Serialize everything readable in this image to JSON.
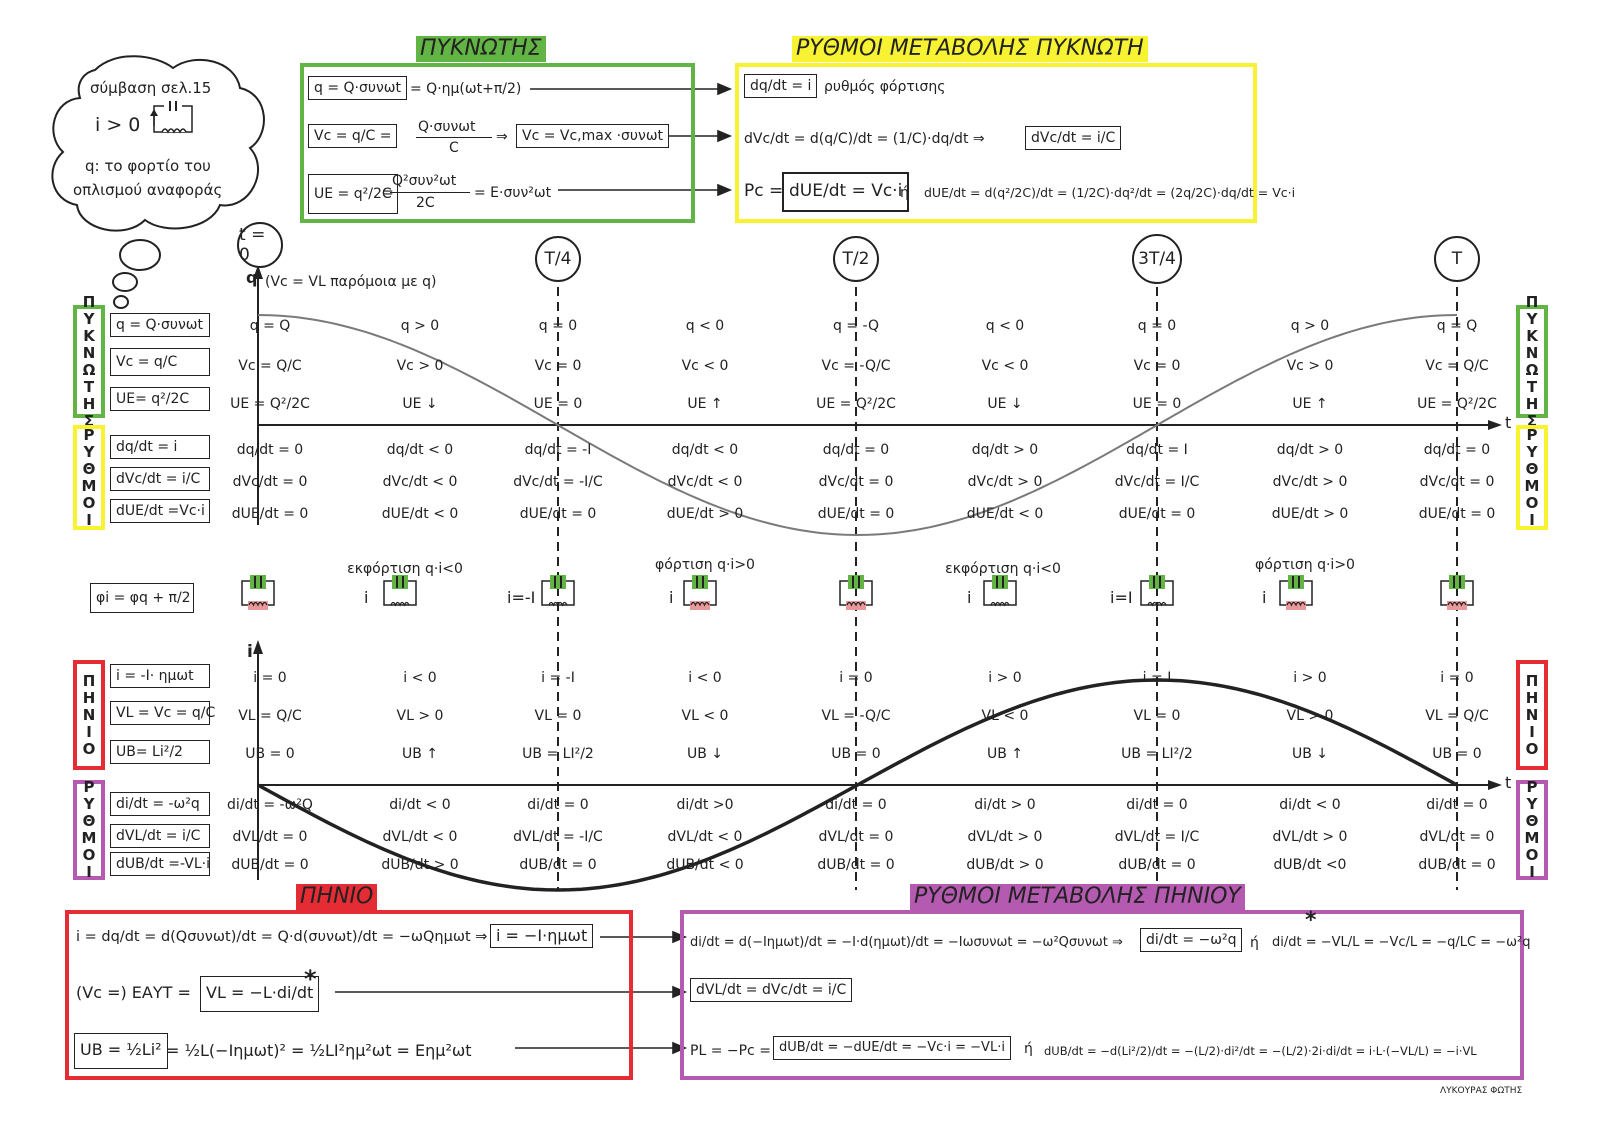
{
  "colors": {
    "green": "#62b545",
    "yellow": "#f7f232",
    "red": "#e52b34",
    "purple": "#b45ab0",
    "curve": "#7a7a7a"
  },
  "thought": {
    "l1": "σύμβαση σελ.15",
    "l2": "i > 0",
    "l3": "q: το φορτίο του",
    "l4": "οπλισμού αναφοράς"
  },
  "top_left": {
    "header": "ΠΥΚΝΩΤΗΣ",
    "r1_box": "q = Q·συνωt",
    "r1_tail": "= Q·ημ(ωt+π/2)",
    "r2_box": "Vc = q/C =",
    "r2_frac_num": "Q·συνωt",
    "r2_frac_den": "C",
    "r2_arrow": "⇒",
    "r2_result": "Vc = Vc,max ·συνωt",
    "r3_box": "UE = q²/2C",
    "r3_mid": "=",
    "r3_frac_num": "Q²συν²ωt",
    "r3_frac_den": "2C",
    "r3_tail": "= E·συν²ωt"
  },
  "top_right": {
    "header": "ΡΥΘΜΟΙ ΜΕΤΑΒΟΛΗΣ ΠΥΚΝΩΤΗ",
    "r1_box": "dq/dt = i",
    "r1_text": "ρυθμός φόρτισης",
    "r2_a": "dVc/dt = d(q/C)/dt = (1/C)·dq/dt ⇒",
    "r2_box": "dVc/dt = i/C",
    "r3_a": "Pc =",
    "r3_box": "dUE/dt = Vc·i",
    "r3_or": "ή",
    "r3_b": "dUE/dt = d(q²/2C)/dt = (1/2C)·dq²/dt = (2q/2C)·dq/dt = Vc·i"
  },
  "circles": [
    "t = 0",
    "T/4",
    "T/2",
    "3T/4",
    "T"
  ],
  "axis": {
    "q": "q",
    "q_note": "(Vc = VL παρόμοια με q)",
    "t": "t",
    "i": "i"
  },
  "side_labels": {
    "cap": [
      "Π",
      "Υ",
      "Κ",
      "Ν",
      "Ω",
      "Τ",
      "Η",
      "Σ"
    ],
    "rate": [
      "Ρ",
      "Υ",
      "Θ",
      "Μ",
      "Ο",
      "Ι"
    ],
    "ind": [
      "Π",
      "Η",
      "Ν",
      "Ι",
      "Ο"
    ]
  },
  "left_formulas": {
    "cap": [
      "q = Q·συνωt",
      "Vc = q/C",
      "UE= q²/2C"
    ],
    "cap_rate": [
      "dq/dt = i",
      "dVc/dt = i/C",
      "dUE/dt =Vc·i"
    ],
    "phase": "φi = φq + π/2",
    "ind": [
      "i = -I· ημωt",
      "VL = Vc = q/C",
      "UB= Li²/2"
    ],
    "ind_rate": [
      "di/dt = -ω²q",
      "dVL/dt = i/C",
      "dUB/dt =-VL·i"
    ]
  },
  "grid": {
    "q": [
      "q = Q",
      "q > 0",
      "q = 0",
      "q < 0",
      "q = -Q",
      "q < 0",
      "q = 0",
      "q > 0",
      "q = Q"
    ],
    "vc": [
      "Vc = Q/C",
      "Vc > 0",
      "Vc = 0",
      "Vc < 0",
      "Vc = -Q/C",
      "Vc < 0",
      "Vc = 0",
      "Vc > 0",
      "Vc = Q/C"
    ],
    "ue": [
      "UE = Q²/2C",
      "UE ↓",
      "UE = 0",
      "UE ↑",
      "UE = Q²/2C",
      "UE ↓",
      "UE = 0",
      "UE ↑",
      "UE = Q²/2C"
    ],
    "dq": [
      "dq/dt = 0",
      "dq/dt < 0",
      "dq/dt = -I",
      "dq/dt < 0",
      "dq/dt = 0",
      "dq/dt > 0",
      "dq/dt = I",
      "dq/dt > 0",
      "dq/dt = 0"
    ],
    "dvc": [
      "dVc/dt = 0",
      "dVc/dt < 0",
      "dVc/dt = -I/C",
      "dVc/dt < 0",
      "dVc/dt = 0",
      "dVc/dt > 0",
      "dVc/dt = I/C",
      "dVc/dt > 0",
      "dVc/dt = 0"
    ],
    "due": [
      "dUE/dt = 0",
      "dUE/dt < 0",
      "dUE/dt = 0",
      "dUE/dt > 0",
      "dUE/dt = 0",
      "dUE/dt < 0",
      "dUE/dt = 0",
      "dUE/dt > 0",
      "dUE/dt = 0"
    ],
    "i": [
      "i = 0",
      "i < 0",
      "i = -I",
      "i < 0",
      "i = 0",
      "i > 0",
      "i = I",
      "i > 0",
      "i = 0"
    ],
    "vl": [
      "VL = Q/C",
      "VL > 0",
      "VL = 0",
      "VL < 0",
      "VL = -Q/C",
      "VL < 0",
      "VL = 0",
      "VL > 0",
      "VL = Q/C"
    ],
    "ub": [
      "UB = 0",
      "UB ↑",
      "UB = LI²/2",
      "UB ↓",
      "UB = 0",
      "UB ↑",
      "UB = LI²/2",
      "UB ↓",
      "UB = 0"
    ],
    "di": [
      "di/dt = -ω²Q",
      "di/dt < 0",
      "di/dt = 0",
      "di/dt >0",
      "di/dt = 0",
      "di/dt > 0",
      "di/dt = 0",
      "di/dt < 0",
      "di/dt = 0"
    ],
    "dvl": [
      "dVL/dt = 0",
      "dVL/dt < 0",
      "dVL/dt = -I/C",
      "dVL/dt < 0",
      "dVL/dt = 0",
      "dVL/dt > 0",
      "dVL/dt = I/C",
      "dVL/dt > 0",
      "dVL/dt = 0"
    ],
    "dub": [
      "dUB/dt = 0",
      "dUB/dt > 0",
      "dUB/dt = 0",
      "dUB/dt < 0",
      "dUB/dt = 0",
      "dUB/dt > 0",
      "dUB/dt = 0",
      "dUB/dt <0",
      "dUB/dt = 0"
    ]
  },
  "circuit_captions": [
    "εκφόρτιση q·i<0",
    "φόρτιση q·i>0",
    "εκφόρτιση q·i<0",
    "φόρτιση q·i>0"
  ],
  "circuit_currents": [
    "i",
    "i=-I",
    "i",
    "i",
    "i=I",
    "i"
  ],
  "bottom_left": {
    "header": "ΠΗΝΙΟ",
    "r1_a": "i = dq/dt = d(Qσυνωt)/dt = Q·d(συνωt)/dt = −ωQημωt ⇒",
    "r1_box": "i = −I·ημωt",
    "r2_a": "(Vc =) EΑΥΤ =",
    "r2_box": "VL = −L·di/dt",
    "r2_star": "*",
    "r3_box": "UB = ½Li²",
    "r3_a": "= ½L(−Iημωt)² = ½LI²ημ²ωt = Eημ²ωt"
  },
  "bottom_right": {
    "header": "ΡΥΘΜΟΙ ΜΕΤΑΒΟΛΗΣ ΠΗΝΙΟΥ",
    "r1_a": "di/dt = d(−Iημωt)/dt = −I·d(ημωt)/dt = −Iωσυνωt = −ω²Qσυνωt ⇒",
    "r1_box": "di/dt = −ω²q",
    "r1_or": "ή",
    "r1_b": "di/dt = −VL/L = −Vc/L = −q/LC = −ω²q",
    "r1_star": "*",
    "r2_box": "dVL/dt = dVc/dt = i/C",
    "r3_a": "PL = −Pc =",
    "r3_box": "dUB/dt = −dUE/dt = −Vc·i = −VL·i",
    "r3_or": "ή",
    "r3_b": "dUB/dt = −d(Li²/2)/dt = −(L/2)·di²/dt = −(L/2)·2i·di/dt = i·L·(−VL/L) = −i·VL"
  },
  "signature": "ΛΥΚΟΥΡΑΣ ΦΩΤΗΣ"
}
